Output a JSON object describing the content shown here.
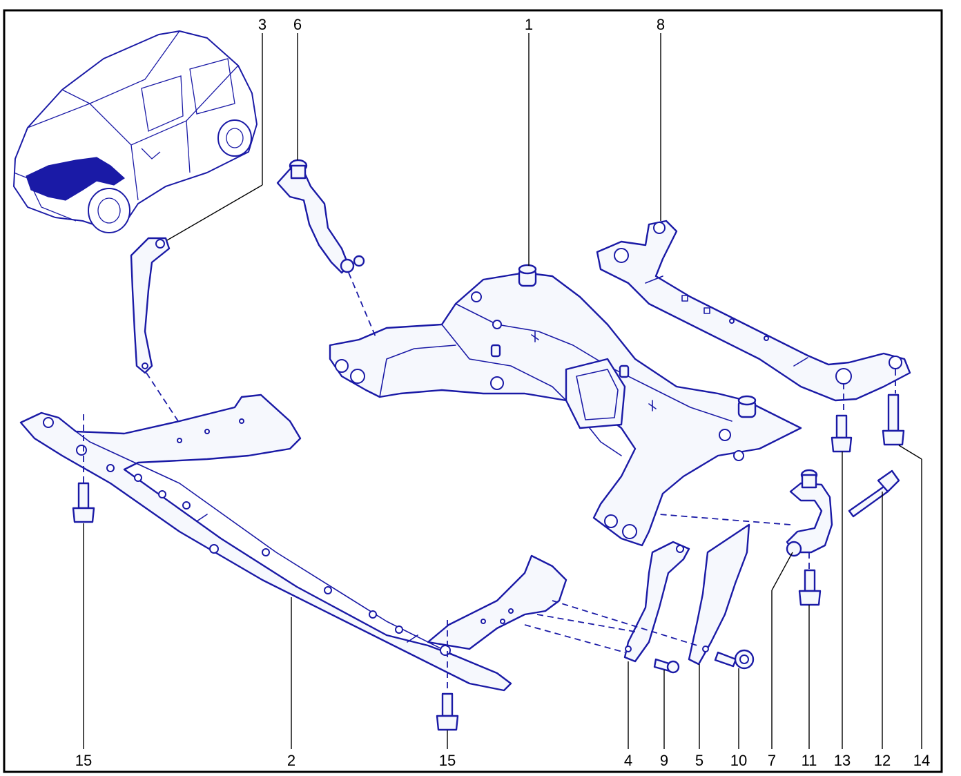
{
  "diagram": {
    "callouts": {
      "c1": "1",
      "c2": "2",
      "c3": "3",
      "c4": "4",
      "c5": "5",
      "c6": "6",
      "c7": "7",
      "c8": "8",
      "c9": "9",
      "c10": "10",
      "c11": "11",
      "c12": "12",
      "c13": "13",
      "c14": "14",
      "c15_left": "15",
      "c15_right": "15"
    },
    "colors": {
      "line": "#1a1aa6",
      "frame": "#000000",
      "background": "#ffffff"
    },
    "icons": [
      "car-locator-icon",
      "subframe",
      "crossmember",
      "bracket",
      "bolt"
    ]
  }
}
